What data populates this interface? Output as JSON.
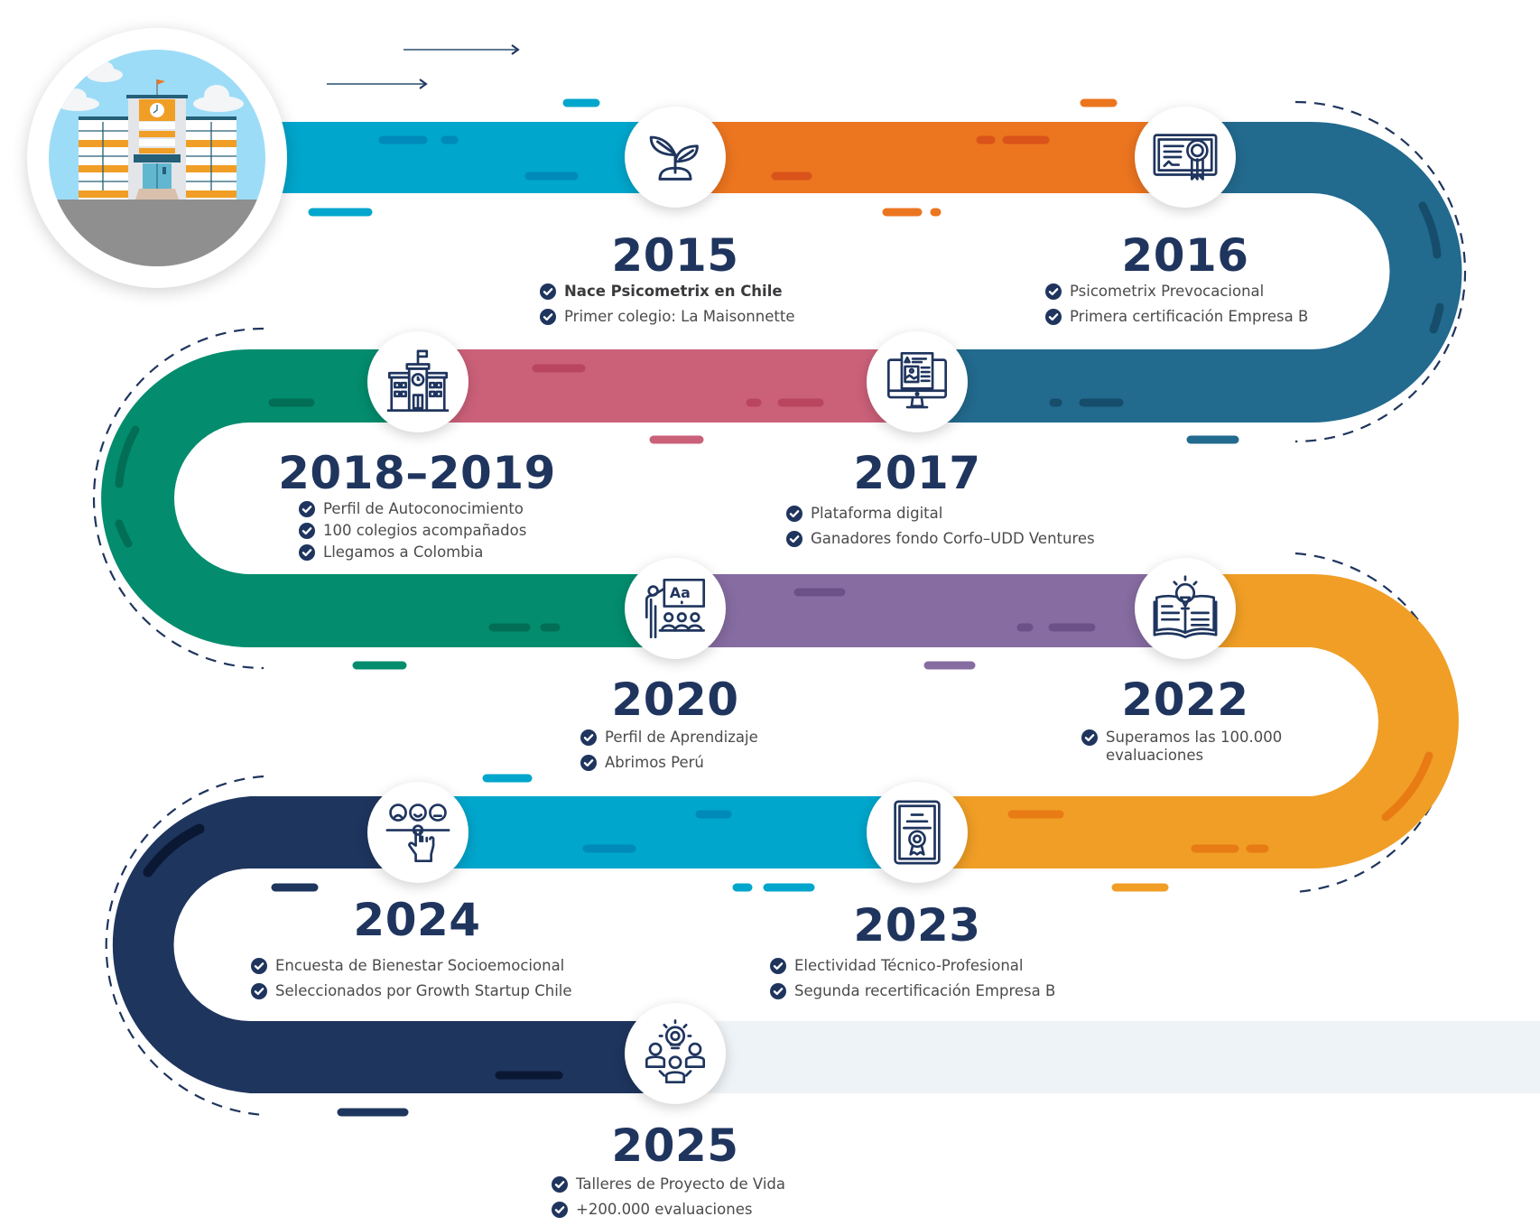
{
  "title": "Línea de tiempo Psicometrix",
  "colors": {
    "year_text": "#1f355e",
    "item_text": "#4b4b4d",
    "icon_stroke": "#1f355e",
    "dashed_outline": "#1f355e",
    "segments": {
      "2015_in": "#00a6cc",
      "2016_in": "#ec7520",
      "turn_1": "#226a8e",
      "2017_to_2018": "#cb6079",
      "turn_2": "#038c6d",
      "2020_to_2022": "#866ca1",
      "turn_3": "#f09e25",
      "2023_to_2024": "#00a6cc",
      "turn_4": "#1e355e",
      "future": "#eef3f7"
    }
  },
  "milestones": [
    {
      "year": "2015",
      "icon": "sprout-icon",
      "items": [
        {
          "text": "Nace Psicometrix en Chile",
          "bold": true
        },
        {
          "text": "Primer colegio: La Maisonnette",
          "bold": false
        }
      ]
    },
    {
      "year": "2016",
      "icon": "certificate-ribbon-icon",
      "items": [
        {
          "text": "Psicometrix Prevocacional",
          "bold": false
        },
        {
          "text": "Primera certificación Empresa B",
          "bold": false
        }
      ]
    },
    {
      "year": "2017",
      "icon": "monitor-platform-icon",
      "items": [
        {
          "text": "Plataforma digital",
          "bold": false
        },
        {
          "text": "Ganadores fondo Corfo–UDD Ventures",
          "bold": false
        }
      ]
    },
    {
      "year": "2018–2019",
      "icon": "school-building-icon",
      "items": [
        {
          "text": "Perfil de Autoconocimiento",
          "bold": false
        },
        {
          "text": "100 colegios acompañados",
          "bold": false
        },
        {
          "text": "Llegamos a Colombia",
          "bold": false
        }
      ]
    },
    {
      "year": "2020",
      "icon": "teacher-class-icon",
      "items": [
        {
          "text": "Perfil de Aprendizaje",
          "bold": false
        },
        {
          "text": "Abrimos Perú",
          "bold": false
        }
      ]
    },
    {
      "year": "2022",
      "icon": "book-lightbulb-icon",
      "items": [
        {
          "text": "Superamos las 100.000 evaluaciones",
          "bold": false
        }
      ]
    },
    {
      "year": "2023",
      "icon": "diploma-seal-icon",
      "items": [
        {
          "text": "Electividad Técnico-Profesional",
          "bold": false
        },
        {
          "text": "Segunda recertificación Empresa B",
          "bold": false
        }
      ]
    },
    {
      "year": "2024",
      "icon": "emoji-rating-icon",
      "items": [
        {
          "text": "Encuesta de Bienestar Socioemocional",
          "bold": false
        },
        {
          "text": "Seleccionados por Growth Startup Chile",
          "bold": false
        }
      ]
    },
    {
      "year": "2025",
      "icon": "team-idea-icon",
      "items": [
        {
          "text": "Talleres de Proyecto de Vida",
          "bold": false
        },
        {
          "text": "+200.000 evaluaciones",
          "bold": false
        }
      ]
    }
  ],
  "start_illustration": "school-illustration"
}
